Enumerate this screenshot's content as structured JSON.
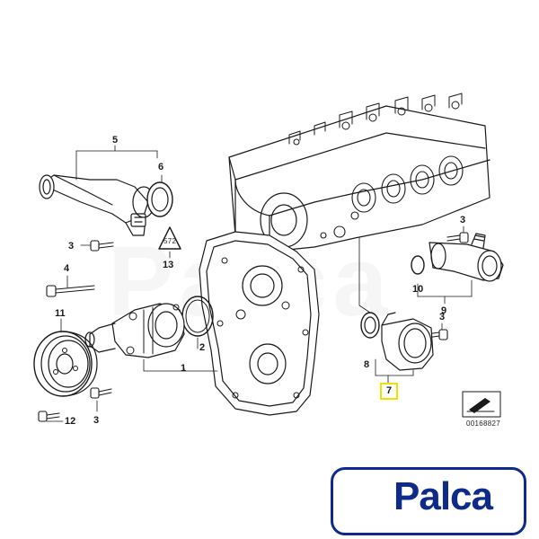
{
  "diagram": {
    "watermark_text": "Palca",
    "callouts": {
      "c1": "1",
      "c2": "2",
      "c3a": "3",
      "c3b": "3",
      "c3c": "3",
      "c3d": "3",
      "c4": "4",
      "c5": "5",
      "c6": "6",
      "c7": "7",
      "c8": "8",
      "c9": "9",
      "c10": "10",
      "c11": "11",
      "c12": "12",
      "c13": "13"
    },
    "warning_label": "572",
    "reference_code": "00168827"
  },
  "logo": {
    "brand": "Palca",
    "brand_color": "#0e2a8a",
    "icon": "car-icon"
  },
  "colors": {
    "highlight": "#f2e000",
    "line": "#1a1a1a"
  }
}
